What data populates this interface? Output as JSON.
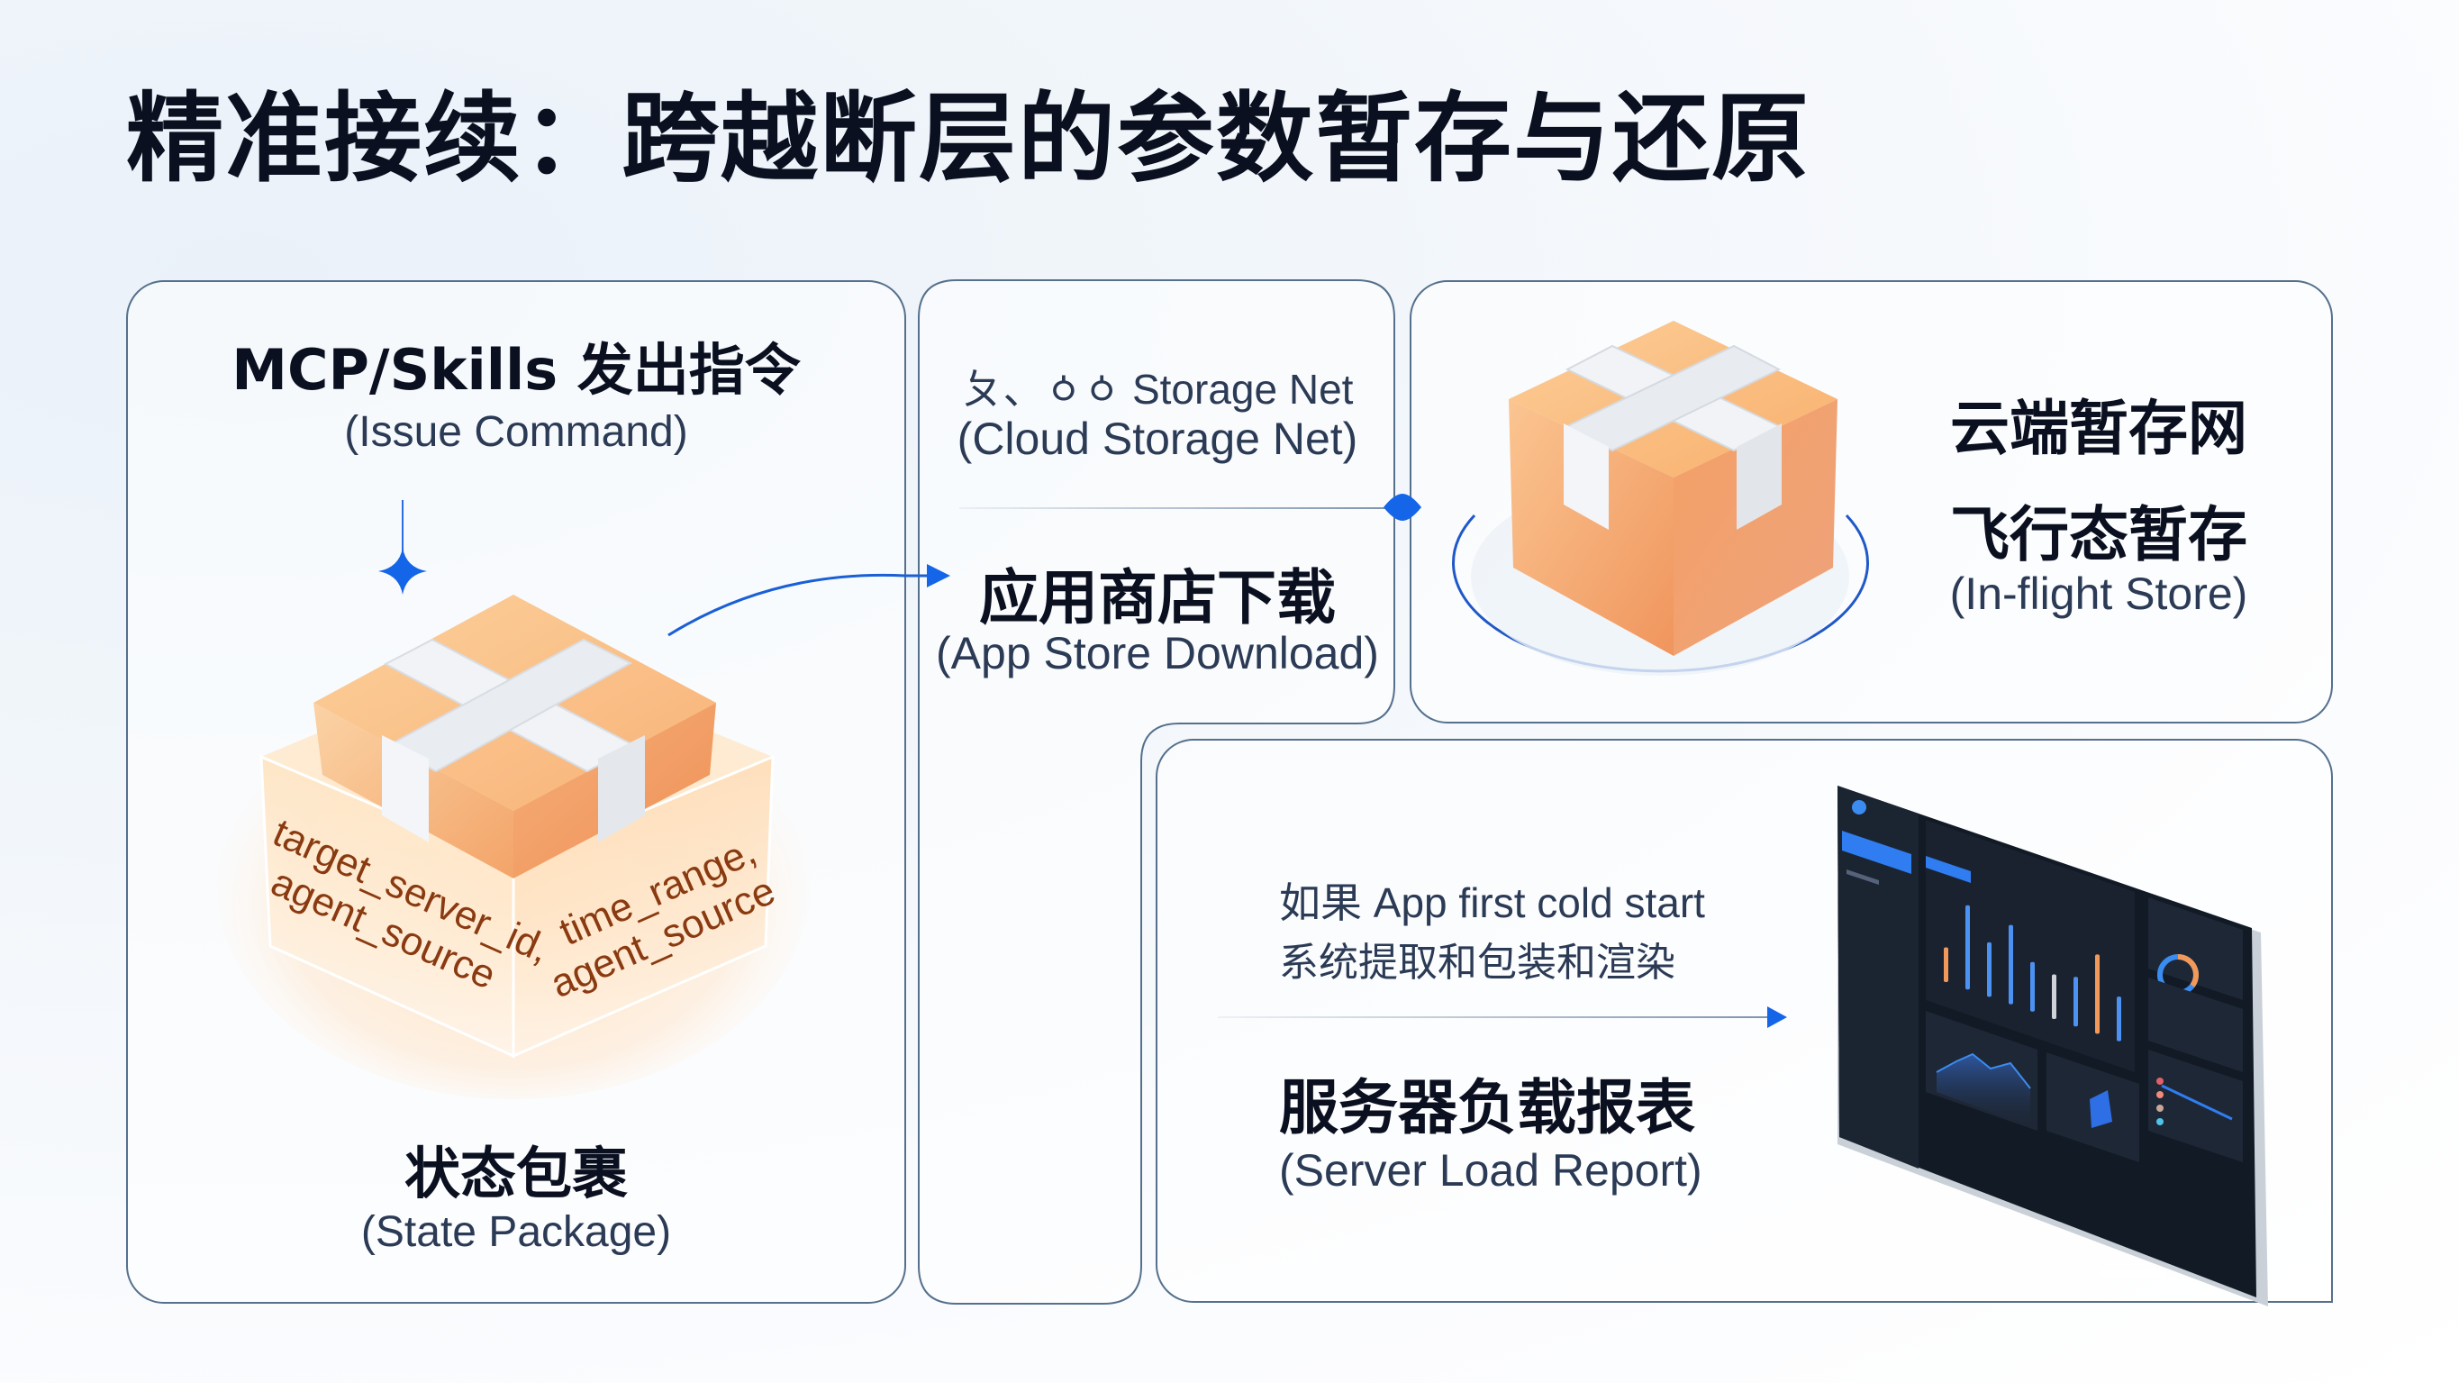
{
  "page": {
    "title": "精准接续：跨越断层的参数暂存与还原"
  },
  "left_card": {
    "heading": "MCP/Skills 发出指令",
    "heading_en": "(Issue Command)",
    "package_params_left": [
      "target_server_id,",
      "agent_source"
    ],
    "package_params_right": [
      "time_range,",
      "agent_source"
    ],
    "footer": "状态包裹",
    "footer_en": "(State Package)",
    "icons": [
      "sparkle-icon",
      "package-icon"
    ]
  },
  "middle_card": {
    "storage_line": "ㄆ、ㆁㆁ Storage Net",
    "storage_line_en": "(Cloud Storage Net)",
    "heading": "应用商店下载",
    "heading_en": "(App Store Download)"
  },
  "top_right_card": {
    "heading_1": "云端暂存网",
    "heading_2": "飞行态暂存",
    "heading_en": "(In-flight Store)",
    "icons": [
      "package-icon"
    ]
  },
  "bottom_right_card": {
    "line_1": "如果 App first cold start",
    "line_2": "系统提取和包装和渲染",
    "heading": "服务器负载报表",
    "heading_en": "(Server Load Report)",
    "illustration": "dashboard-screenshot"
  },
  "connectors": [
    "arrow-to-app-store",
    "diamond-junction",
    "arrow-to-dashboard"
  ],
  "colors": {
    "accent_blue": "#1565e8",
    "package_orange": "#f5a15a",
    "package_ribbon": "#eceff3",
    "card_border": "#55708c",
    "text_dark": "#0b1020",
    "text_sub": "#2b3a55",
    "param_text": "#8a3a10"
  }
}
